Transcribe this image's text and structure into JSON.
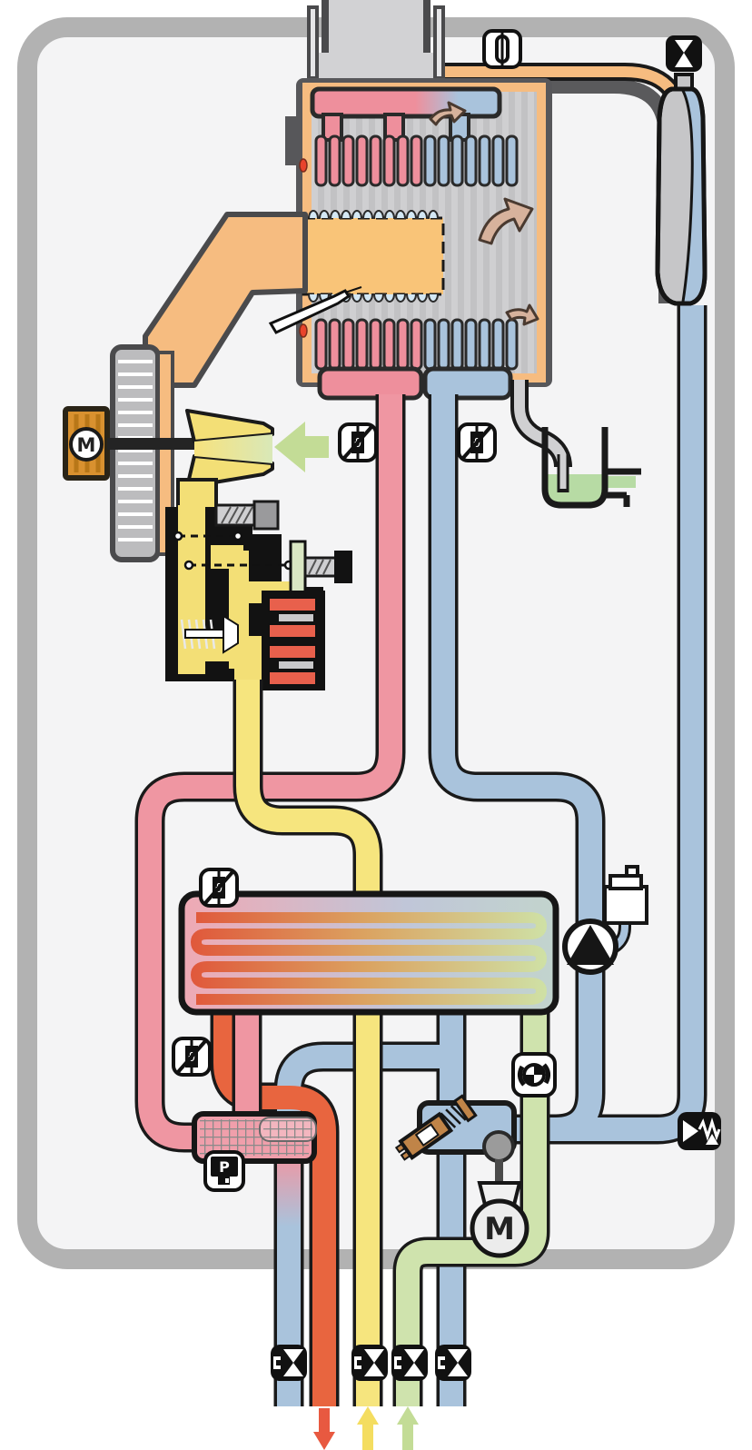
{
  "diagram": {
    "title": "boiler-internal-hydraulic-schematic",
    "labels": {
      "fan_motor": "M",
      "diverter_motor": "M",
      "pressure_sensor": "P",
      "theta_symbol": "ϑ"
    },
    "legend_colors": {
      "heating_flow_pink": "#ef96a2",
      "heating_return_blue": "#a9c3dc",
      "gas_yellow": "#f6e57e",
      "dhw_orange": "#e8653f",
      "dhw_out_red": "#e85940",
      "cold_water_green": "#cfe3ad",
      "condensate_green": "#b7dba4",
      "air_exhaust_orange": "#f6bc80",
      "flue_gas_arrow_tan": "#d7b29c",
      "casing_gray": "#b2b2b2"
    },
    "icons": [
      {
        "name": "flue-test-point-icon"
      },
      {
        "name": "air-vent-valve-icon"
      },
      {
        "name": "thermistor-icon-flow"
      },
      {
        "name": "thermistor-icon-return"
      },
      {
        "name": "thermistor-icon-plate-hx"
      },
      {
        "name": "thermistor-icon-heating"
      },
      {
        "name": "flow-turbine-sensor-icon"
      },
      {
        "name": "bypass-valve-icon"
      },
      {
        "name": "pressure-sensor-icon"
      },
      {
        "name": "service-valve-icon"
      }
    ],
    "bottom_ports": [
      {
        "name": "heating-flow",
        "color": "#a9c3dc",
        "has_valve": true,
        "arrow": ""
      },
      {
        "name": "dhw-outlet",
        "color": "#e85940",
        "has_valve": false,
        "arrow": "down"
      },
      {
        "name": "gas-inlet",
        "color": "#f4dd60",
        "has_valve": true,
        "arrow": "up"
      },
      {
        "name": "cold-water-inlet",
        "color": "#c3dc96",
        "has_valve": true,
        "arrow": "up"
      },
      {
        "name": "heating-return",
        "color": "#a9c3dc",
        "has_valve": true,
        "arrow": ""
      }
    ]
  }
}
